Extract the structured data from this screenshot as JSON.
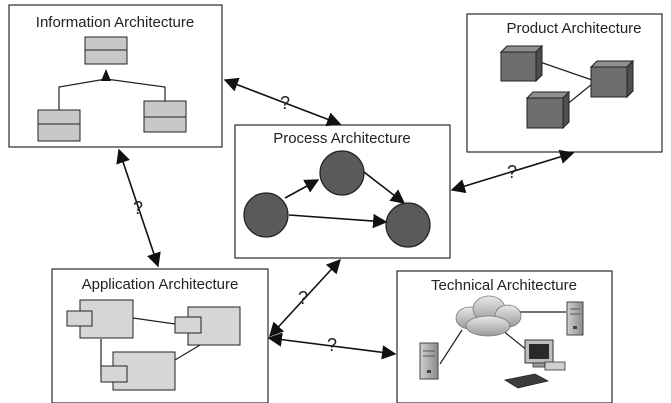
{
  "boxes": {
    "information": {
      "title": "Information Architecture"
    },
    "product": {
      "title": "Product Architecture"
    },
    "process": {
      "title": "Process Architecture"
    },
    "application": {
      "title": "Application Architecture"
    },
    "technical": {
      "title": "Technical Architecture"
    }
  },
  "relations": {
    "info_process": "?",
    "process_product": "?",
    "info_application": "?",
    "process_application": "?",
    "application_technical": "?"
  },
  "colors": {
    "box_border": "#2a2a2a",
    "class_fill": "#c8c8c8",
    "node_fill": "#6a6a6a",
    "circle_fill": "#5a5a5a",
    "component_fill": "#d6d6d6"
  }
}
